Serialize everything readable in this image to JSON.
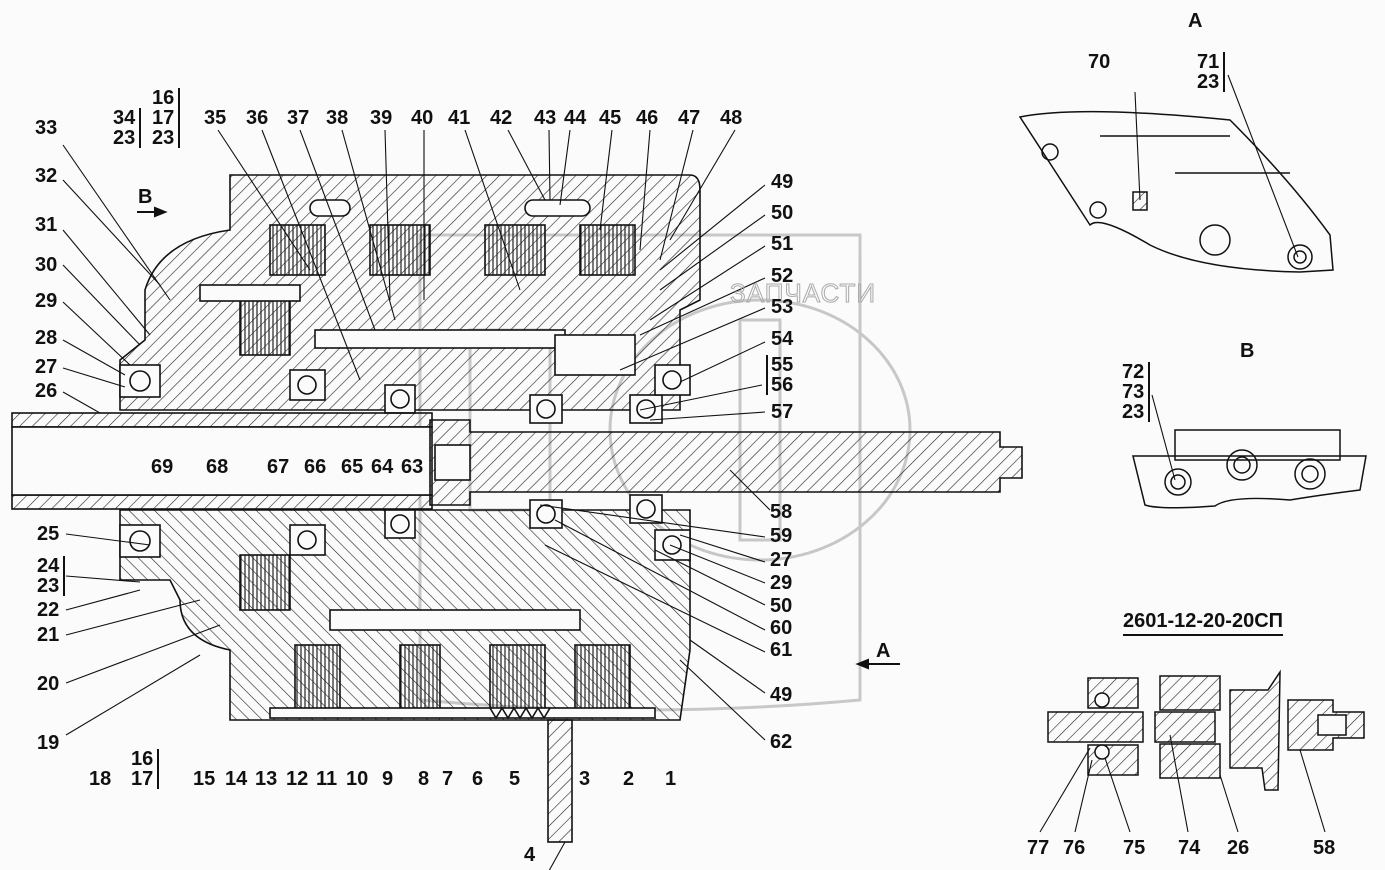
{
  "drawing": {
    "code": "2601-12-20-20СП",
    "watermark_text": "ЗАПЧАСТИ",
    "watermark_logo": "gear-and-ф-logo",
    "views": [
      {
        "id": "A",
        "title": "A"
      },
      {
        "id": "B",
        "title": "B"
      }
    ],
    "view_arrows": [
      {
        "label": "B",
        "direction": "right"
      },
      {
        "label": "A",
        "direction": "left"
      }
    ]
  },
  "callouts": {
    "top": [
      "35",
      "36",
      "37",
      "38",
      "39",
      "40",
      "41",
      "42",
      "43",
      "44",
      "45",
      "46",
      "47",
      "48"
    ],
    "top_left_groups": [
      [
        "16",
        "17",
        "23"
      ],
      [
        "34",
        "23"
      ]
    ],
    "left_upper": [
      "33",
      "32",
      "31",
      "30",
      "29",
      "28",
      "27",
      "26"
    ],
    "left_lower": [
      "25",
      "22",
      "21",
      "20",
      "19",
      "18"
    ],
    "left_lower_groups": [
      [
        "24",
        "23"
      ],
      [
        "16",
        "17"
      ]
    ],
    "axis_row": [
      "69",
      "68",
      "67",
      "66",
      "65",
      "64",
      "63"
    ],
    "bottom": [
      "15",
      "14",
      "13",
      "12",
      "11",
      "10",
      "9",
      "8",
      "7",
      "6",
      "5",
      "3",
      "2",
      "1"
    ],
    "bottom_single": "4",
    "right_upper": [
      "49",
      "50",
      "51",
      "52",
      "53",
      "54",
      "57"
    ],
    "right_upper_groups": [
      [
        "55",
        "56"
      ]
    ],
    "right_lower": [
      "58",
      "59",
      "27",
      "29",
      "50",
      "60",
      "61",
      "49",
      "62"
    ],
    "view_a": {
      "single": "70",
      "group": [
        "71",
        "23"
      ]
    },
    "view_b": {
      "group": [
        "72",
        "73",
        "23"
      ]
    },
    "detail_row": [
      "77",
      "76",
      "75",
      "74",
      "26",
      "58"
    ]
  }
}
